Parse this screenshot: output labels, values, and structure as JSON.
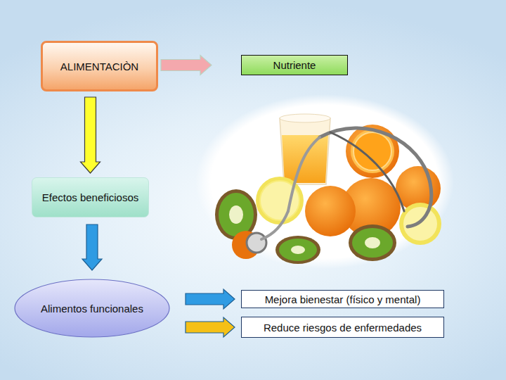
{
  "diagram": {
    "nodes": [
      {
        "text": [
          "ALIMENTACIÒN"
        ]
      },
      {
        "text": [
          "Nutriente"
        ]
      },
      {
        "text": [
          "Efectos beneficiosos"
        ]
      },
      {
        "text": [
          "Alimentos funcionales"
        ]
      },
      {
        "text": [
          "Mejora bienestar (físico y mental)"
        ]
      },
      {
        "text": [
          "Reduce riesgos de enfermedades"
        ]
      }
    ],
    "edges": [
      {
        "from": 0,
        "to": 1,
        "arrow": "to"
      },
      {
        "from": 0,
        "to": 2,
        "arrow": "to"
      },
      {
        "from": 2,
        "to": 3,
        "arrow": "to"
      },
      {
        "from": 3,
        "to": 4,
        "arrow": "to"
      },
      {
        "from": 3,
        "to": 5,
        "arrow": "to"
      }
    ]
  }
}
